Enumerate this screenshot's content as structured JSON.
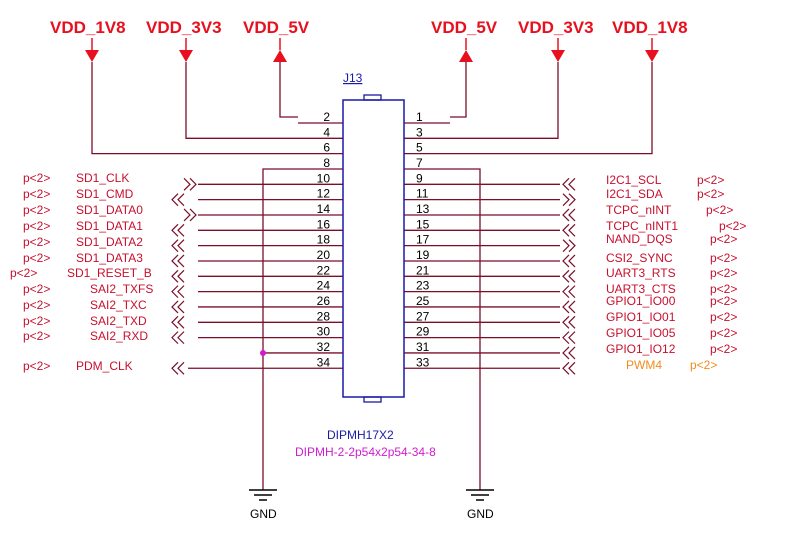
{
  "power_left": [
    "VDD_1V8",
    "VDD_3V3",
    "VDD_5V"
  ],
  "power_right": [
    "VDD_5V",
    "VDD_3V3",
    "VDD_1V8"
  ],
  "connector": {
    "ref": "J13",
    "part": "DIPMH17X2",
    "footprint": "DIPMH-2-2p54x2p54-34-8"
  },
  "left_pins": [
    "2",
    "4",
    "6",
    "8",
    "10",
    "12",
    "14",
    "16",
    "18",
    "20",
    "22",
    "24",
    "26",
    "28",
    "30",
    "32",
    "34"
  ],
  "right_pins": [
    "1",
    "3",
    "5",
    "7",
    "9",
    "11",
    "13",
    "15",
    "17",
    "19",
    "21",
    "23",
    "25",
    "27",
    "29",
    "31",
    "33"
  ],
  "left_nets": [
    {
      "name": "SD1_CLK",
      "page": "p<2>"
    },
    {
      "name": "SD1_CMD",
      "page": "p<2>"
    },
    {
      "name": "SD1_DATA0",
      "page": "p<2>"
    },
    {
      "name": "SD1_DATA1",
      "page": "p<2>"
    },
    {
      "name": "SD1_DATA2",
      "page": "p<2>"
    },
    {
      "name": "SD1_DATA3",
      "page": "p<2>"
    },
    {
      "name": "SD1_RESET_B",
      "page": "p<2>"
    },
    {
      "name": "SAI2_TXFS",
      "page": "p<2>"
    },
    {
      "name": "SAI2_TXC",
      "page": "p<2>"
    },
    {
      "name": "SAI2_TXD",
      "page": "p<2>"
    },
    {
      "name": "SAI2_RXD",
      "page": "p<2>"
    },
    {
      "name": "PDM_CLK",
      "page": "p<2>"
    }
  ],
  "right_nets": [
    {
      "name": "I2C1_SCL",
      "page": "p<2>"
    },
    {
      "name": "I2C1_SDA",
      "page": "p<2>"
    },
    {
      "name": "TCPC_nINT",
      "page": "p<2>"
    },
    {
      "name": "TCPC_nINT1",
      "page": "p<2>"
    },
    {
      "name": "NAND_DQS",
      "page": "p<2>"
    },
    {
      "name": "CSI2_SYNC",
      "page": "p<2>"
    },
    {
      "name": "UART3_RTS",
      "page": "p<2>"
    },
    {
      "name": "UART3_CTS",
      "page": "p<2>"
    },
    {
      "name": "GPIO1_IO00",
      "page": "p<2>"
    },
    {
      "name": "GPIO1_IO01",
      "page": "p<2>"
    },
    {
      "name": "GPIO1_IO05",
      "page": "p<2>"
    },
    {
      "name": "GPIO1_IO12",
      "page": "p<2>"
    }
  ],
  "pwm_label": {
    "name": "PWM4",
    "page": "p<2>"
  },
  "ground": [
    "GND",
    "GND"
  ],
  "colors": {
    "power": "#e8101f",
    "net": "#c8102e",
    "wire": "#7a0f2a",
    "body": "#1a1aa8",
    "pwm": "#f28c1c",
    "footprint": "#d11bd1",
    "junction": "#d11bd1"
  }
}
